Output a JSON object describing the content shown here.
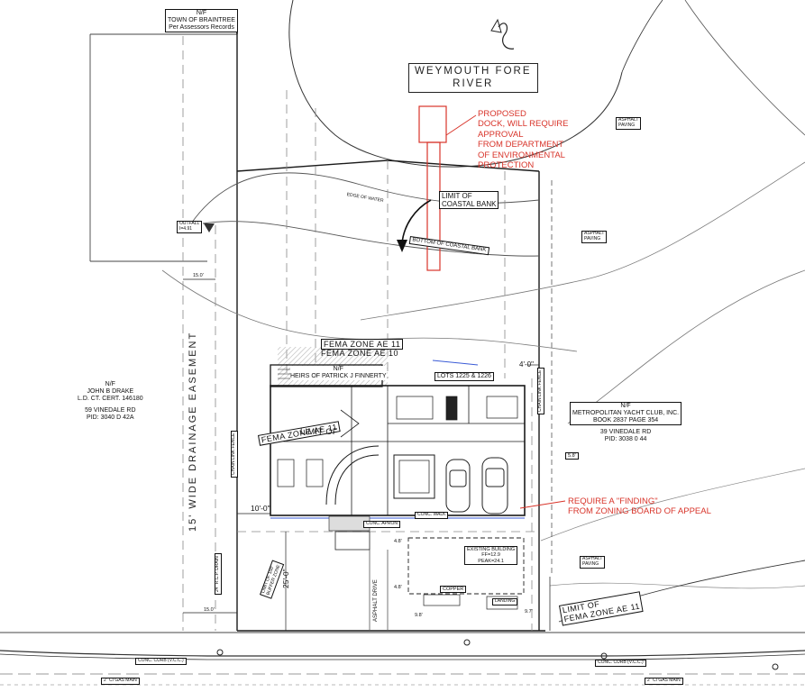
{
  "river": {
    "line1": "WEYMOUTH FORE",
    "line2": "RIVER"
  },
  "abutters": {
    "braintree": {
      "line1": "N/F",
      "line2": "TOWN OF BRAINTREE",
      "line3": "Per Assessors Records"
    },
    "drake": {
      "line1": "N/F",
      "line2": "JOHN B DRAKE",
      "line3": "L.D. CT. CERT. 146180",
      "line4": "59 VINEDALE RD",
      "line5": "PID: 3040 D 42A"
    },
    "yacht": {
      "line1": "N/F",
      "line2": "METROPOLITAN YACHT CLUB, INC.",
      "line3": "BOOK 2837 PAGE 354",
      "line4": "39 VINEDALE RD",
      "line5": "PID: 3038 0 44"
    },
    "finnerty": {
      "line1": "N/F",
      "line2": "HEIRS OF PATRICK J FINNERTY"
    }
  },
  "notes": {
    "dock": [
      "PROPOSED",
      "DOCK, WILL REQUIRE",
      "APPROVAL",
      "FROM DEPARTMENT",
      "OF ENVIRONMENTAL",
      "PROTECTION"
    ],
    "finding": [
      "REQUIRE A \"FINDING\"",
      "FROM ZONING BOARD OF APPEAL"
    ]
  },
  "labels": {
    "limit_coastal_bank_1": "LIMIT OF",
    "limit_coastal_bank_2": "COASTAL BANK",
    "bottom_coastal_bank": "BOTTOM OF COASTAL BANK",
    "edge_of_water": "EDGE OF WATER",
    "fema_ae11_a": "FEMA ZONE AE 11",
    "fema_ae10": "FEMA ZONE AE 10",
    "fema_ae11_b": "FEMA ZONE AE 11",
    "fema_ae11_c": "FEMA ZONE AE 11",
    "limit_of_fema_1": "LIMIT OF",
    "limit_of_fema_2": "FEMA ZONE AE 11",
    "lots": "LOTS 1225 & 1226",
    "easement": "15' WIDE DRAINAGE EASEMENT",
    "chain_link_1": "CHAIN LINK FENCE",
    "chain_link_2": "CHAIN LINK FENCE",
    "asphalt_1a": "ASPHALT",
    "asphalt_1b": "PAVING",
    "asphalt_2a": "ASPHALT",
    "asphalt_2b": "PAVING",
    "asphalt_3a": "ASPHALT",
    "asphalt_3b": "PAVING",
    "asphalt_drive_1": "ASPHALT",
    "asphalt_drive_2": "DRIVE",
    "outfall_1": "OUTFALL",
    "outfall_2": "I=4.91",
    "limit_buffer_1": "LIMIT OF 100'",
    "limit_buffer_2": "BUFFER ZONE",
    "existing_bldg_1": "EXISTING BUILDING",
    "existing_bldg_2": "FF=12.9",
    "existing_bldg_3": "PEAK=24.1",
    "copper": "COPPER",
    "landing": "LANDING",
    "conc_curb_1": "CONC. CURB (V.C.C.)",
    "conc_curb_2": "CONC. CURB (V.C.C.)",
    "gas_main_1": "2\" CI GAS MAIN",
    "gas_main_2": "2\" CI GAS MAIN",
    "conc_walk": "CONC. WALK",
    "conc_pad": "CONC. APRON",
    "drain": "24\" R.C.P. DRAIN",
    "dim_15a": "15.0'",
    "dim_15b": "15.0'",
    "dim_4": "4'-0\"",
    "dim_10": "10'-0\"",
    "dim_25": "25'-0\"",
    "dim_48a": "4.8'",
    "dim_48b": "4.8'",
    "dim_58": "5.8'",
    "dim_98": "9.8'",
    "dim_97": "9.7'"
  },
  "colors": {
    "line": "#1a1a1a",
    "dash": "#777777",
    "red": "#d8342a",
    "blue": "#3a5bd6",
    "hatch": "#c9c9c9"
  }
}
